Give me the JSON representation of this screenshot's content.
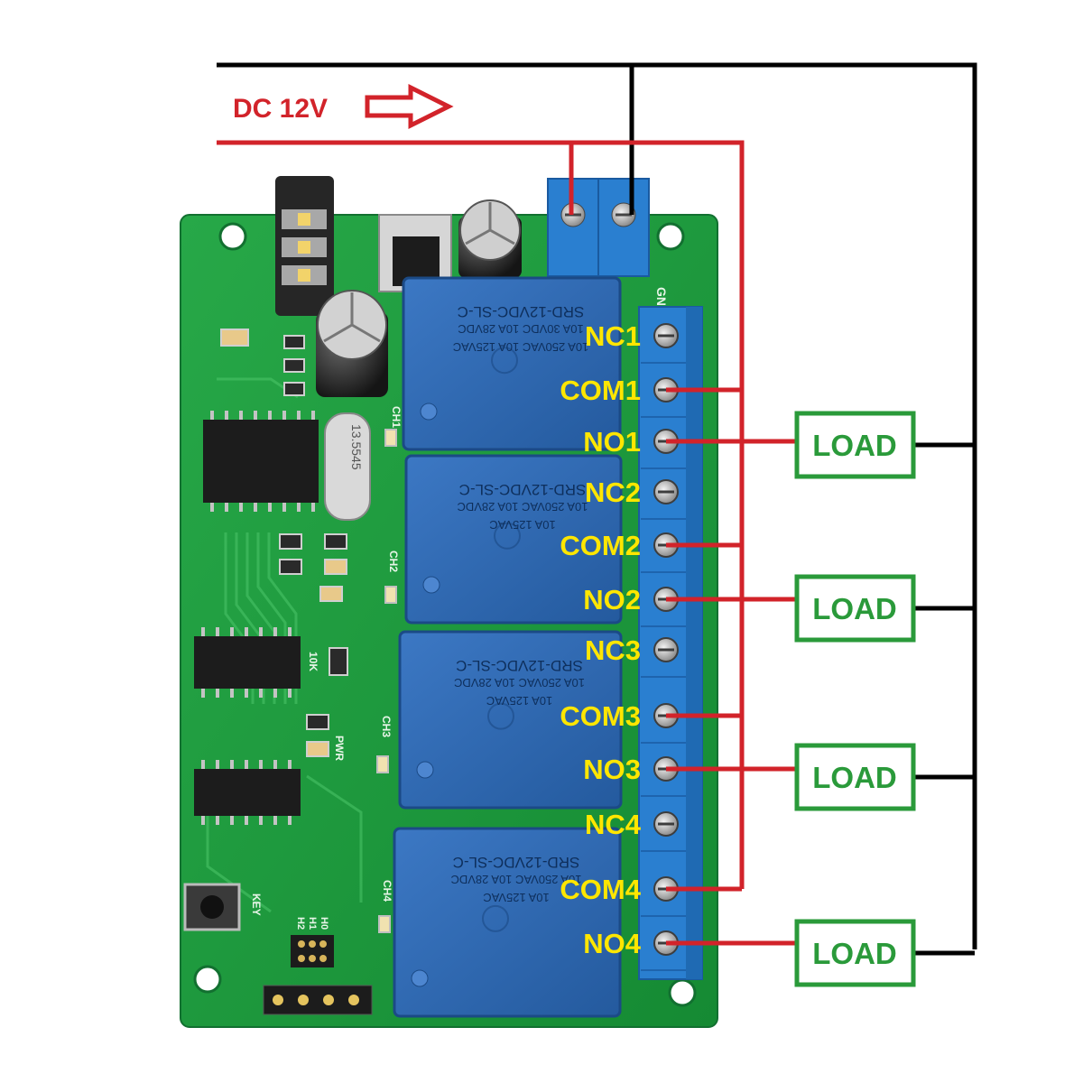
{
  "power": {
    "label": "DC 12V"
  },
  "relays": [
    {
      "nc": "NC1",
      "com": "COM1",
      "no": "NO1",
      "load": "LOAD",
      "print": [
        "SRD-12VDC-SL-C",
        "10A 30VDC 10A 28VDC",
        "10A 250VAC 10A 125VAC"
      ]
    },
    {
      "nc": "NC2",
      "com": "COM2",
      "no": "NO2",
      "load": "LOAD",
      "print": [
        "SRD-12VDC-SL-C",
        "10A 250VAC 10A 28VDC",
        "10A 125VAC"
      ]
    },
    {
      "nc": "NC3",
      "com": "COM3",
      "no": "NO3",
      "load": "LOAD",
      "print": [
        "SRD-12VDC-SL-C",
        "10A 250VAC 10A 28VDC",
        "10A 125VAC"
      ]
    },
    {
      "nc": "NC4",
      "com": "COM4",
      "no": "NO4",
      "load": "LOAD",
      "print": [
        "SRD-12VDC-SL-C",
        "10A 250VAC 10A 28VDC",
        "10A 125VAC"
      ]
    }
  ],
  "silkscreen": {
    "gnd": "GND",
    "ch": [
      "CH1",
      "CH2",
      "CH3",
      "CH4"
    ],
    "key": "KEY",
    "pwr": "PWR",
    "res": "10K",
    "crystal": "13.5545",
    "jumpers": [
      "H0",
      "H1",
      "H2"
    ]
  },
  "colors": {
    "power_wire": "#d2232a",
    "ground_wire": "#000000",
    "label_yellow": "#ffe600",
    "load_green": "#2a9a3a",
    "pcb": "#1f9a3d",
    "relay_blue": "#2d66b0",
    "terminal_blue": "#2a7fd0"
  }
}
